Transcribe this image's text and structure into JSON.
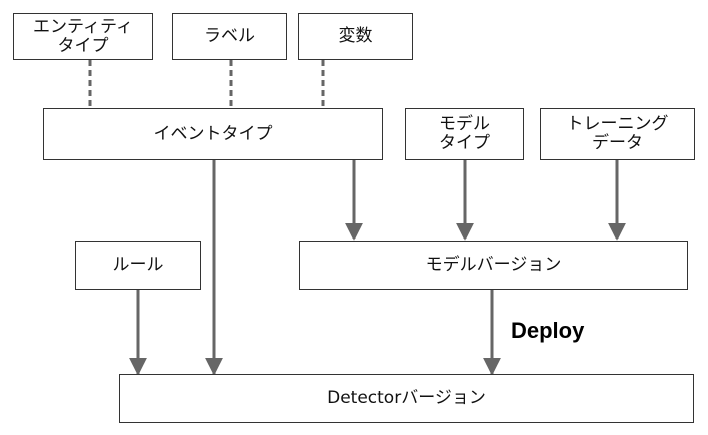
{
  "nodes": {
    "entity_type": "エンティティ\nタイプ",
    "label": "ラベル",
    "variables": "変数",
    "event_type": "イベントタイプ",
    "model_type": "モデル\nタイプ",
    "training_data": "トレーニング\nデータ",
    "rules": "ルール",
    "model_version": "モデルバージョン",
    "detector_version": "Detectorバージョン"
  },
  "edge_labels": {
    "deploy": "Deploy"
  },
  "colors": {
    "line": "#666666",
    "border": "#333333"
  }
}
